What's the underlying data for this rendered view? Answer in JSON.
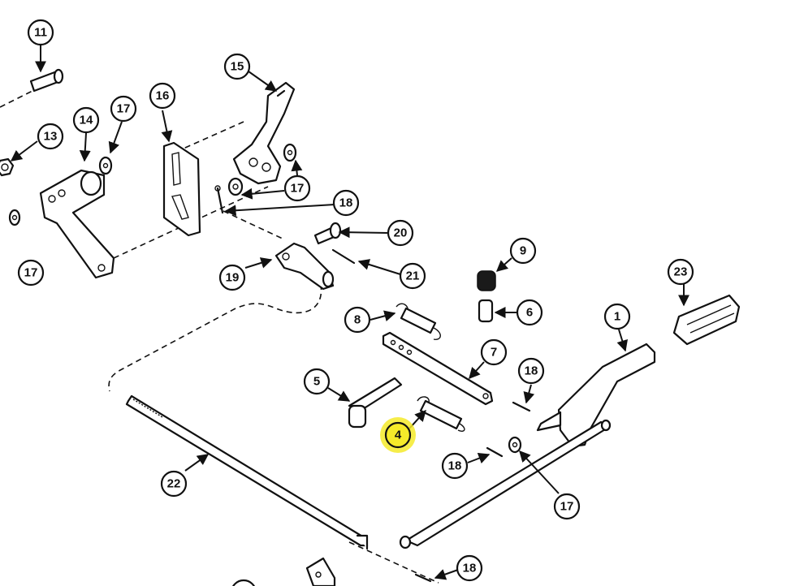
{
  "diagram": {
    "highlight_color": "#f5ea2a",
    "callouts": [
      {
        "id": "c11",
        "label": "11"
      },
      {
        "id": "c13",
        "label": "13"
      },
      {
        "id": "c14",
        "label": "14"
      },
      {
        "id": "c17a",
        "label": "17"
      },
      {
        "id": "c17b",
        "label": "17"
      },
      {
        "id": "c16",
        "label": "16"
      },
      {
        "id": "c15",
        "label": "15"
      },
      {
        "id": "c17c",
        "label": "17"
      },
      {
        "id": "c18a",
        "label": "18"
      },
      {
        "id": "c20",
        "label": "20"
      },
      {
        "id": "c19",
        "label": "19"
      },
      {
        "id": "c21",
        "label": "21"
      },
      {
        "id": "c9",
        "label": "9"
      },
      {
        "id": "c6",
        "label": "6"
      },
      {
        "id": "c23",
        "label": "23"
      },
      {
        "id": "c1",
        "label": "1"
      },
      {
        "id": "c8",
        "label": "8"
      },
      {
        "id": "c7",
        "label": "7"
      },
      {
        "id": "c18b",
        "label": "18"
      },
      {
        "id": "c5",
        "label": "5"
      },
      {
        "id": "c4",
        "label": "4",
        "highlighted": true
      },
      {
        "id": "c18c",
        "label": "18"
      },
      {
        "id": "c17d",
        "label": "17"
      },
      {
        "id": "c22",
        "label": "22"
      },
      {
        "id": "c18d",
        "label": "18"
      }
    ]
  }
}
